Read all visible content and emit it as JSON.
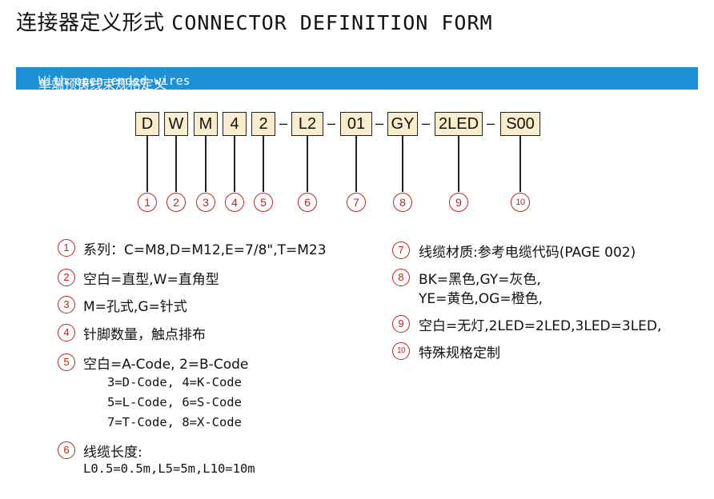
{
  "header": {
    "title_cn": "连接器定义形式",
    "title_en": "CONNECTOR DEFINITION FORM"
  },
  "banner": {
    "label_cn": "单端预铸线束规格定义",
    "label_en": "With open ended wires"
  },
  "code_boxes": [
    "D",
    "W",
    "M",
    "4",
    "2",
    "L2",
    "01",
    "GY",
    "2LED",
    "S00"
  ],
  "dash": "–",
  "markers": [
    "1",
    "2",
    "3",
    "4",
    "5",
    "6",
    "7",
    "8",
    "9",
    "10"
  ],
  "definitions": {
    "left": [
      {
        "marker": "1",
        "lines": [
          "系列：C=M8,D=M12,E=7/8\",T=M23"
        ]
      },
      {
        "marker": "2",
        "lines": [
          "空白=直型,W=直角型"
        ]
      },
      {
        "marker": "3",
        "lines": [
          "M=孔式,G=针式"
        ]
      },
      {
        "marker": "4",
        "lines": [
          "针脚数量，触点排布"
        ]
      },
      {
        "marker": "5",
        "lines": [
          "空白=A-Code, 2=B-Code",
          "3=D-Code, 4=K-Code",
          "5=L-Code, 6=S-Code",
          "7=T-Code, 8=X-Code"
        ]
      },
      {
        "marker": "6",
        "lines": [
          "线缆长度:",
          "L0.5=0.5m,L5=5m,L10=10m"
        ]
      }
    ],
    "right": [
      {
        "marker": "7",
        "lines": [
          "线缆材质:参考电缆代码(PAGE 002)"
        ]
      },
      {
        "marker": "8",
        "lines": [
          "BK=黑色,GY=灰色,",
          "YE=黄色,OG=橙色,"
        ]
      },
      {
        "marker": "9",
        "lines": [
          "空白=无灯,2LED=2LED,3LED=3LED,"
        ]
      },
      {
        "marker": "10",
        "lines": [
          "特殊规格定制"
        ]
      }
    ]
  },
  "colors": {
    "banner_bg": "#1f8fd6",
    "box_fill": "#fbeccd",
    "marker": "#c0241f"
  }
}
